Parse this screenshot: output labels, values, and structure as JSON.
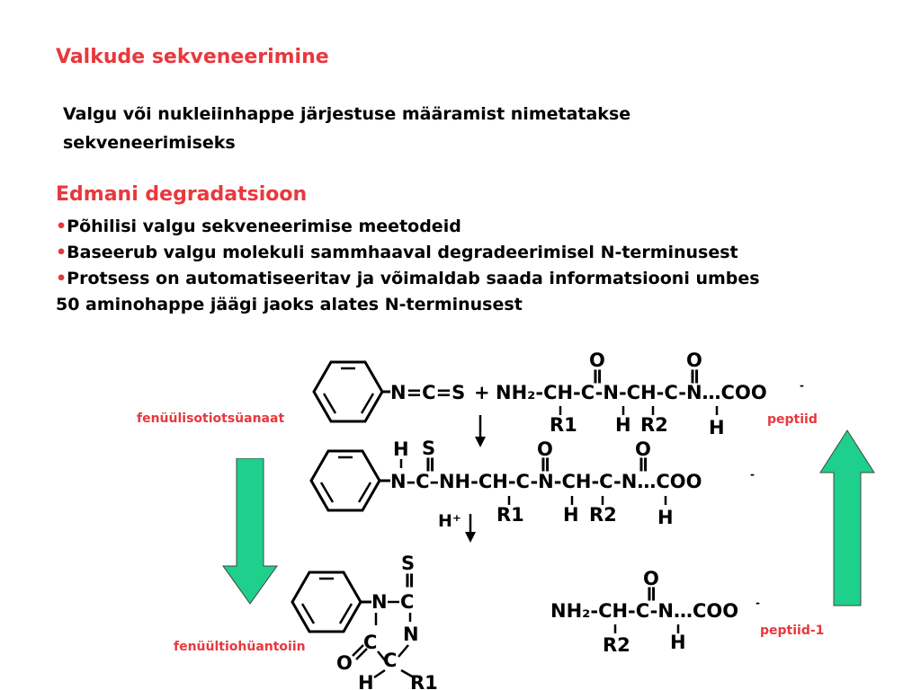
{
  "title": "Valkude sekveneerimine",
  "intro": [
    "Valgu või nukleiinhappe järjestuse määramist nimetatakse",
    "sekveneerimiseks"
  ],
  "edman": {
    "heading": "Edmani degradatsioon",
    "bullet": "•",
    "items": [
      "Põhilisi valgu sekveneerimise meetodeid",
      "Baseerub valgu molekuli sammhaaval degradeerimisel N-terminusest",
      "Protsess on automatiseeritav ja võimaldab saada informatsiooni umbes",
      "50 aminohappe jäägi jaoks alates N-terminusest"
    ]
  },
  "labels": {
    "reagent": "fenüülisotiotsüanaat",
    "peptide": "peptiid",
    "product": "fenüültiohüantoiin",
    "peptide_short": "peptiid-1"
  },
  "chem": {
    "row1": {
      "ncs": "N=C=S",
      "plus": "+",
      "chain": "NH₂-CH-C-N-CH-C-N…COO",
      "charge": "-",
      "o": "O",
      "eq": "ǁ",
      "r1": "R1",
      "h": "H",
      "r2": "R2"
    },
    "row2": {
      "h": "H",
      "s": "S",
      "chain": "N–C–NH-CH-C-N-CH-C-N…COO",
      "charge": "-",
      "o": "O",
      "eq": "ǁ",
      "r1": "R1",
      "r2": "R2",
      "hplus": "H⁺"
    },
    "row3": {
      "n": "N",
      "c": "C",
      "s": "S",
      "o": "O",
      "h": "H",
      "r1": "R1",
      "chain": "NH₂-CH-C-N…COO",
      "charge": "-",
      "r2": "R2"
    }
  },
  "colors": {
    "accent": "#e8383d",
    "arrow": "#1fcf8c"
  }
}
